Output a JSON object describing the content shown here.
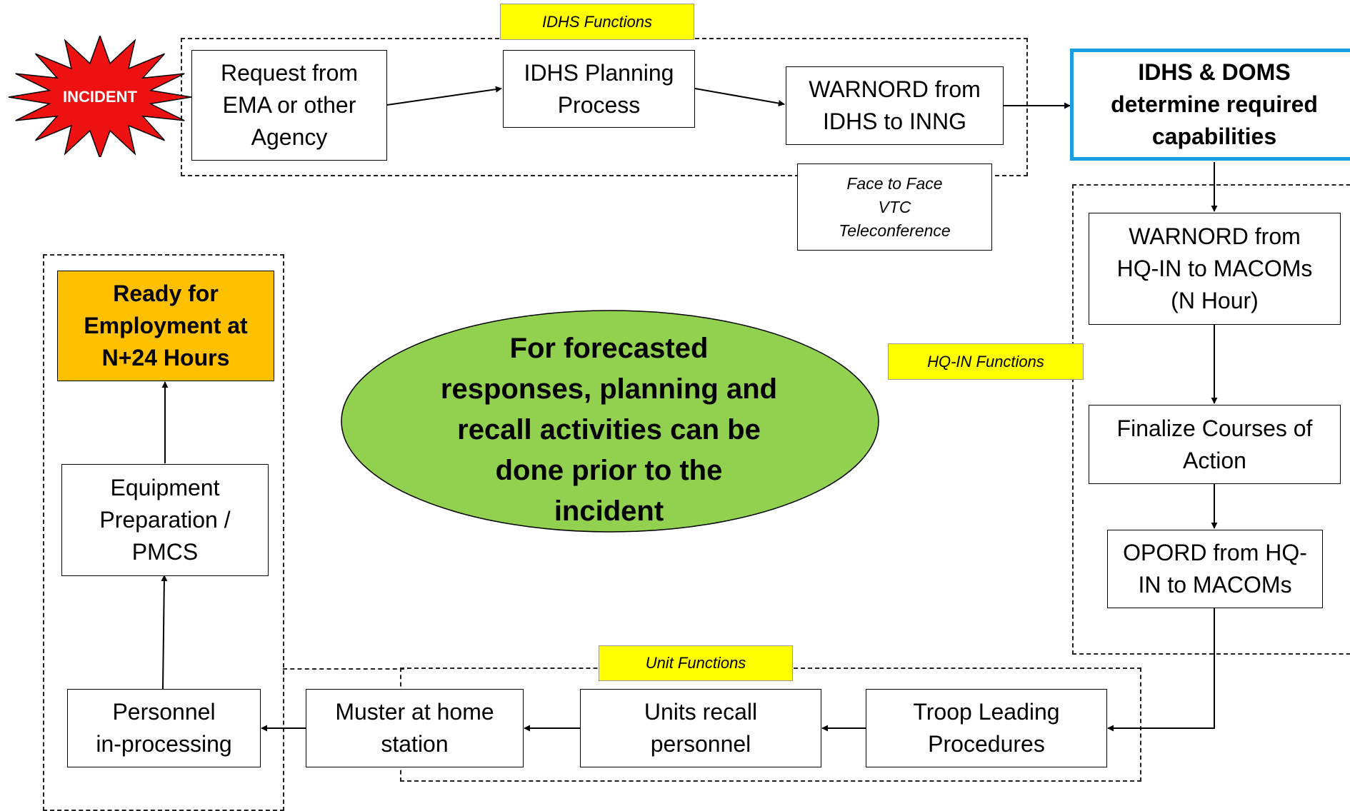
{
  "labels": {
    "idhs_functions": "IDHS Functions",
    "hqin_functions": "HQ-IN Functions",
    "unit_functions": "Unit Functions"
  },
  "incident": {
    "text": "INCIDENT",
    "color": "#ee1111"
  },
  "boxes": {
    "request": "Request from\nEMA or other\nAgency",
    "planning": "IDHS Planning\nProcess",
    "warnord_idhs": "WARNORD from\nIDHS to INNG",
    "determine": "IDHS & DOMS\ndetermine required\ncapabilities",
    "warnord_hqin": "WARNORD from\nHQ-IN to MACOMs\n(N Hour)",
    "finalize": "Finalize Courses of\nAction",
    "opord": "OPORD from HQ-\nIN to MACOMs",
    "troop": "Troop Leading\nProcedures",
    "units_recall": "Units recall\npersonnel",
    "muster": "Muster at home\nstation",
    "personnel": "Personnel\nin-processing",
    "equipment": "Equipment\nPreparation /\nPMCS",
    "ready": "Ready for\nEmployment at\nN+24 Hours"
  },
  "note": "Face to Face\nVTC\nTeleconference",
  "ellipse_text": "For forecasted\nresponses, planning and\nrecall activities can be\ndone prior to the\nincident",
  "colors": {
    "highlight_border": "#1a9ee0",
    "ready_fill": "#ffc000",
    "ellipse_fill": "#92d050",
    "label_fill": "#ffff00"
  }
}
